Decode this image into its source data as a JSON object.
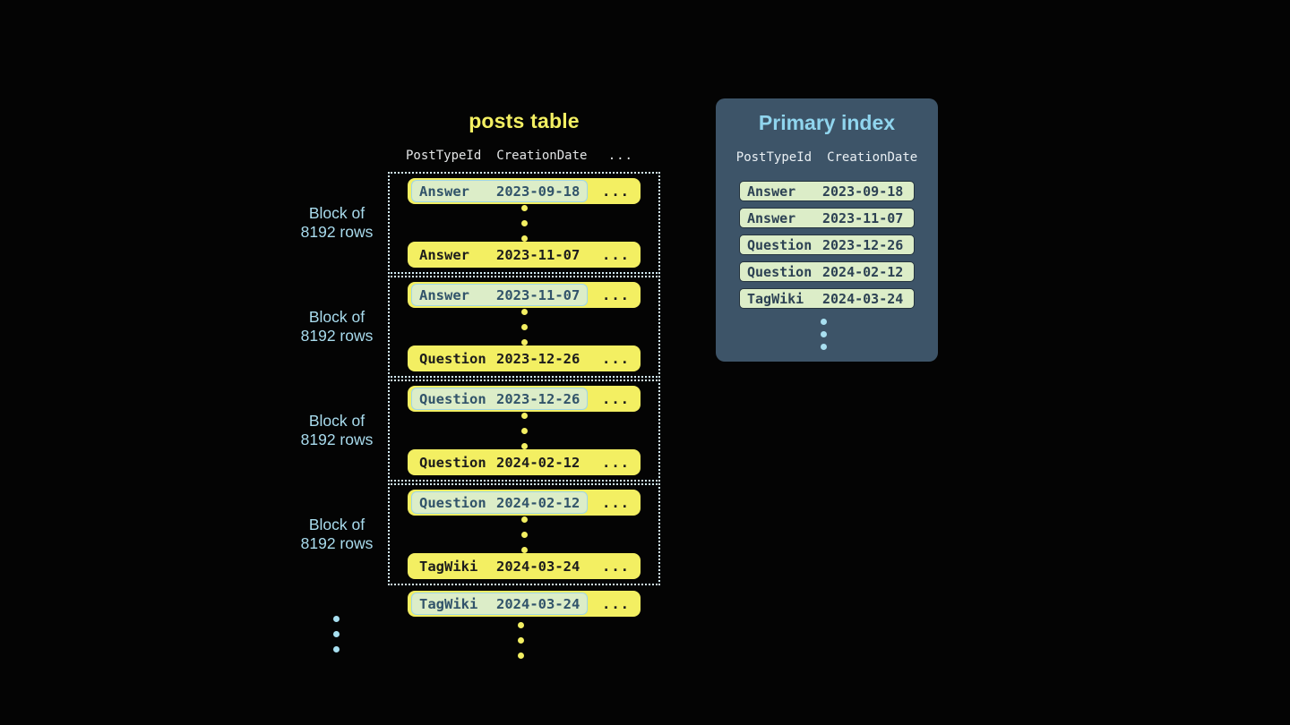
{
  "colors": {
    "background": "#040404",
    "row_yellow": "#f3ef62",
    "highlight_mint": "#dcedc8",
    "highlight_border_blue": "#9fd6e8",
    "label_blue": "#a9dcee",
    "panel_slate": "#3d5468",
    "dark_row_text": "#1c1c1c",
    "slate_row_text": "#2d4254"
  },
  "posts_table": {
    "title": "posts table",
    "headers": {
      "col1": "PostTypeId",
      "col2": "CreationDate",
      "col3": "..."
    },
    "block_label": {
      "line1": "Block of",
      "line2": "8192 rows"
    },
    "ellipsis": "...",
    "blocks": [
      {
        "first": {
          "type": "Answer",
          "date": "2023-09-18"
        },
        "last": {
          "type": "Answer",
          "date": "2023-11-07"
        }
      },
      {
        "first": {
          "type": "Answer",
          "date": "2023-11-07"
        },
        "last": {
          "type": "Question",
          "date": "2023-12-26"
        }
      },
      {
        "first": {
          "type": "Question",
          "date": "2023-12-26"
        },
        "last": {
          "type": "Question",
          "date": "2024-02-12"
        }
      },
      {
        "first": {
          "type": "Question",
          "date": "2024-02-12"
        },
        "last": {
          "type": "TagWiki",
          "date": "2024-03-24"
        }
      }
    ],
    "overflow_row": {
      "type": "TagWiki",
      "date": "2024-03-24"
    }
  },
  "primary_index": {
    "title": "Primary index",
    "headers": {
      "col1": "PostTypeId",
      "col2": "CreationDate"
    },
    "rows": [
      {
        "type": "Answer",
        "date": "2023-09-18"
      },
      {
        "type": "Answer",
        "date": "2023-11-07"
      },
      {
        "type": "Question",
        "date": "2023-12-26"
      },
      {
        "type": "Question",
        "date": "2024-02-12"
      },
      {
        "type": "TagWiki",
        "date": "2024-03-24"
      }
    ]
  }
}
